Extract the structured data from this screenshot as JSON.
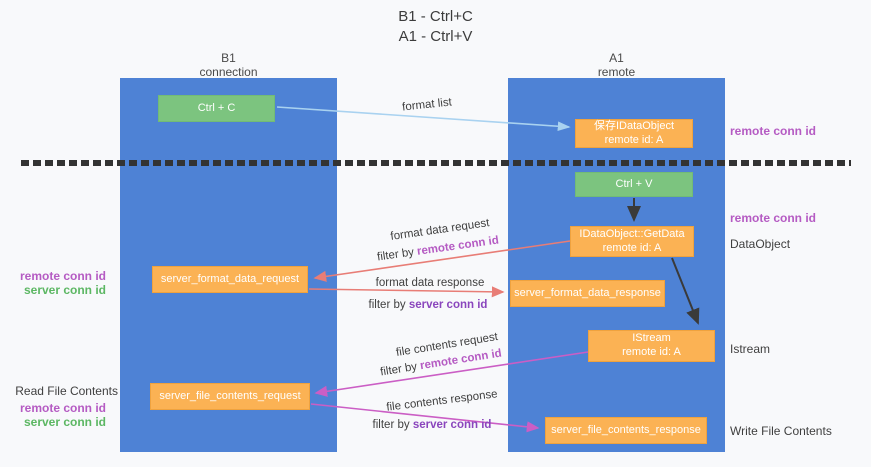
{
  "title": {
    "line1": "B1 - Ctrl+C",
    "line2": "A1 - Ctrl+V"
  },
  "columns": {
    "b1": {
      "title": "B1",
      "subtitle": "connection"
    },
    "a1": {
      "title": "A1",
      "subtitle": "remote"
    }
  },
  "boxes": {
    "ctrl_c": "Ctrl + C",
    "ctrl_v": "Ctrl + V",
    "save_dataobject": {
      "line1": "保存IDataObject",
      "line2": "remote id: A"
    },
    "getdata": {
      "line1": "IDataObject::GetData",
      "line2": "remote id: A"
    },
    "istream": {
      "line1": "IStream",
      "line2": "remote id: A"
    },
    "format_request": "server_format_data_request",
    "format_response": "server_format_data_response",
    "file_request": "server_file_contents_request",
    "file_response": "server_file_contents_response"
  },
  "flow_labels": {
    "format_list": "format list",
    "filter_by": "filter by ",
    "remote_conn_id": "remote conn id",
    "server_conn_id": "server conn id",
    "format_data_request": "format data request",
    "format_data_response": "format data response",
    "file_contents_request": "file contents request",
    "file_contents_response": "file contents response"
  },
  "annotations": {
    "left": {
      "remote_conn_id": "remote conn id",
      "server_conn_id": "server conn id",
      "read_file_contents": "Read File Contents"
    },
    "right": {
      "remote_conn_id_top": "remote conn id",
      "remote_conn_id_mid": "remote conn id",
      "dataobject": "DataObject",
      "istream": "Istream",
      "write_file_contents": "Write File Contents"
    }
  },
  "colors": {
    "column_blue": "#4e82d5",
    "box_orange": "#fbb254",
    "box_green": "#7cc47f",
    "remote_conn_magenta": "#b55bc3",
    "server_conn_green": "#5cb763",
    "server_conn_purple": "#8a46bd",
    "arrow_salmon": "#e87d76",
    "arrow_magenta": "#cb5ec5",
    "arrow_lightblue": "#a9d2f0",
    "arrow_black": "#3a3a3a"
  }
}
